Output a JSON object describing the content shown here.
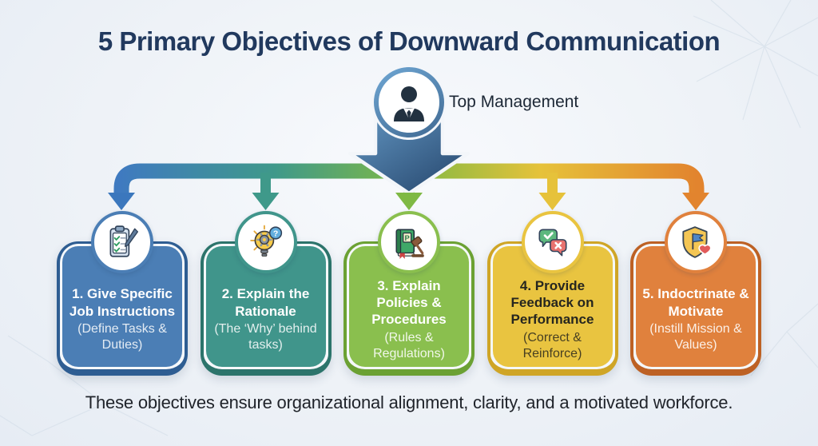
{
  "title": "5 Primary Objectives of Downward Communication",
  "top_source": {
    "label": "Top Management",
    "icon": "business-person-icon"
  },
  "footer": "These objectives ensure organizational alignment, clarity, and a motivated workforce.",
  "colors": {
    "background": "#eef2f7",
    "title_text": "#21395e",
    "footer_text": "#20242b",
    "main_arrow_top": "#6fa7d4",
    "main_arrow_bottom": "#2b4d74",
    "connector_gradient": [
      "#3f7ac0",
      "#3f998a",
      "#7fb944",
      "#e6c23a",
      "#e2842e"
    ]
  },
  "objectives": [
    {
      "id": 1,
      "title": "1. Give Specific Job Instructions",
      "subtitle": "(Define Tasks & Duties)",
      "color": "#4b7eb5",
      "accent": "#2e5d92",
      "text_color": "#ffffff",
      "subtitle_color": "rgba(255,255,255,0.85)",
      "icon": "clipboard-checklist-icon",
      "arrow_color": "#3b77bd"
    },
    {
      "id": 2,
      "title": "2. Explain the Rationale",
      "subtitle": "(The ‘Why’ behind tasks)",
      "color": "#40958b",
      "accent": "#2c746b",
      "text_color": "#ffffff",
      "subtitle_color": "rgba(255,255,255,0.85)",
      "icon": "lightbulb-gear-icon",
      "arrow_color": "#3f998a"
    },
    {
      "id": 3,
      "title": "3. Explain Policies & Procedures",
      "subtitle": "(Rules & Regulations)",
      "color": "#8abf4e",
      "accent": "#6ba133",
      "text_color": "#ffffff",
      "subtitle_color": "rgba(255,255,255,0.88)",
      "icon": "policy-book-gavel-icon",
      "arrow_color": "#7fb944"
    },
    {
      "id": 4,
      "title": "4. Provide Feedback on Performance",
      "subtitle": "(Correct & Reinforce)",
      "color": "#e9c440",
      "accent": "#cfa526",
      "text_color": "#26261f",
      "subtitle_color": "rgba(42,40,28,0.85)",
      "icon": "feedback-bubbles-icon",
      "arrow_color": "#e6c23a"
    },
    {
      "id": 5,
      "title": "5. Indoctrinate & Motivate",
      "subtitle": "(Instill Mission & Values)",
      "color": "#e0813d",
      "accent": "#bd6124",
      "text_color": "#ffffff",
      "subtitle_color": "rgba(255,255,255,0.88)",
      "icon": "shield-flag-heart-icon",
      "arrow_color": "#e2842e"
    }
  ]
}
